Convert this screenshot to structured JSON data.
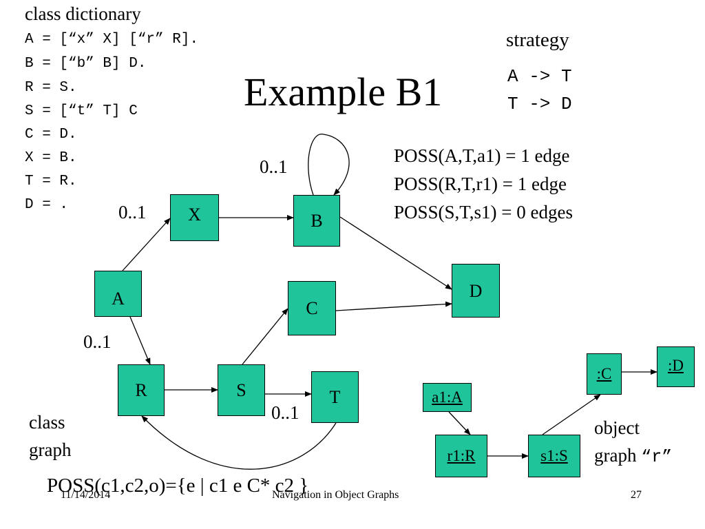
{
  "title": "Example B1",
  "class_dictionary": {
    "heading": "class dictionary",
    "lines": [
      "A = [“x” X] [“r” R].",
      "B = [“b” B] D.",
      "R = S.",
      "S = [“t” T] C",
      "C = D.",
      "X = B.",
      "T = R.",
      "D = ."
    ]
  },
  "strategy": {
    "heading": "strategy",
    "lines": [
      "A -> T",
      "T -> D"
    ]
  },
  "poss": [
    "POSS(A,T,a1) = 1 edge",
    "POSS(R,T,r1) = 1 edge",
    "POSS(S,T,s1) = 0 edges"
  ],
  "class_graph": {
    "caption_line1": "class",
    "caption_line2": "graph",
    "nodes": {
      "A": "A",
      "X": "X",
      "B": "B",
      "D": "D",
      "C": "C",
      "R": "R",
      "S": "S",
      "T": "T"
    },
    "multiplicities": {
      "ax": "0..1",
      "bb": "0..1",
      "ar": "0..1",
      "st": "0..1"
    }
  },
  "object_graph": {
    "caption_line1": "object",
    "caption_line2_text": "graph ",
    "caption_line2_code": "“r”",
    "nodes": {
      "a1": "a1:A",
      "r1": "r1:R",
      "s1": "s1:S",
      "c": ":C",
      "d": ":D"
    }
  },
  "poss_definition": "POSS(c1,c2,o)={e | c1 e C* c2 }",
  "footer": {
    "date": "11/14/2014",
    "center": "Navigation in Object Graphs",
    "page": "27"
  }
}
